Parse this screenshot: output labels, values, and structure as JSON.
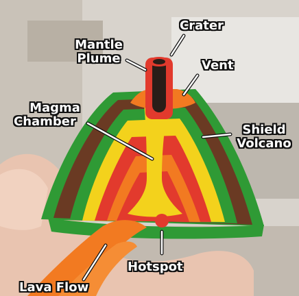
{
  "photo": {
    "subject": "play-dough shield volcano cross-section model held in a hand",
    "colors": {
      "green": "#2f9a35",
      "brown": "#6a3a23",
      "yellow": "#f3d21c",
      "red": "#e23a2d",
      "orange": "#f27a21",
      "black": "#2a1d18"
    }
  },
  "labels": {
    "crater": "Crater",
    "mantle_plume_line1": "Mantle",
    "mantle_plume_line2": "Plume",
    "vent": "Vent",
    "magma_chamber_line1": "Magma",
    "magma_chamber_line2": "Chamber",
    "shield_volcano_line1": "Shield",
    "shield_volcano_line2": "Volcano",
    "hotspot": "Hotspot",
    "lava_flow": "Lava Flow"
  }
}
